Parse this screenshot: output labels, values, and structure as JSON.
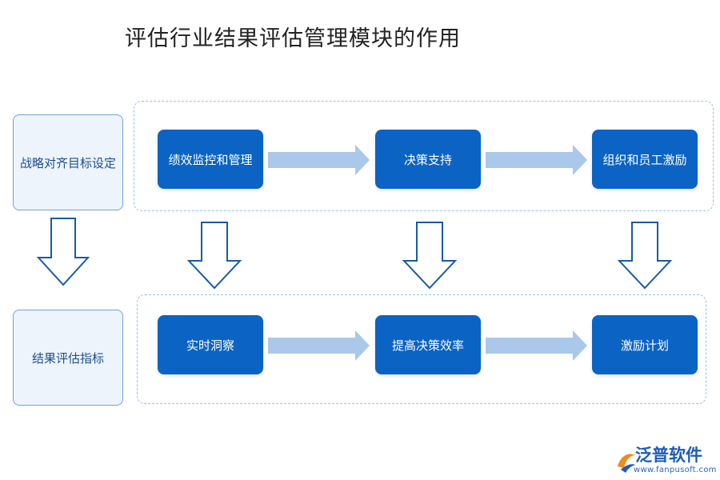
{
  "title": "评估行业结果评估管理模块的作用",
  "side_boxes": {
    "top": "战略对齐目标设定",
    "bottom": "结果评估指标"
  },
  "top_row": [
    "绩效监控和管理",
    "决策支持",
    "组织和员工激励"
  ],
  "bottom_row": [
    "实时洞察",
    "提高决策效率",
    "激励计划"
  ],
  "logo": {
    "name": "泛普软件",
    "url": "www.fanpusoft.com"
  },
  "colors": {
    "node_fill": "#0b63c4",
    "side_box_fill": "#eef4fc",
    "arrow_fill": "#a9c8ea",
    "dash_border": "#9bbfe6"
  }
}
